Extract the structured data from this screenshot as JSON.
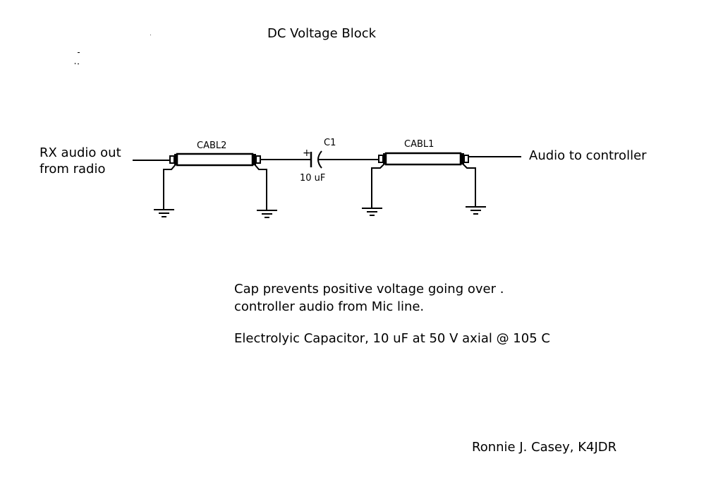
{
  "title": "DC Voltage Block",
  "input": {
    "line1": "RX audio out",
    "line2": "from radio"
  },
  "output": {
    "label": "Audio to controller"
  },
  "components": {
    "cable_left": {
      "ref": "CABL2"
    },
    "capacitor": {
      "ref": "C1",
      "value": "10 uF",
      "polarity_mark": "+"
    },
    "cable_right": {
      "ref": "CABL1"
    }
  },
  "notes": {
    "line1": "Cap prevents positive voltage going over  .",
    "line2": "controller audio from Mic line.",
    "spec": "Electrolyic Capacitor, 10 uF at 50 V axial @ 105 C"
  },
  "author": "Ronnie J. Casey, K4JDR"
}
